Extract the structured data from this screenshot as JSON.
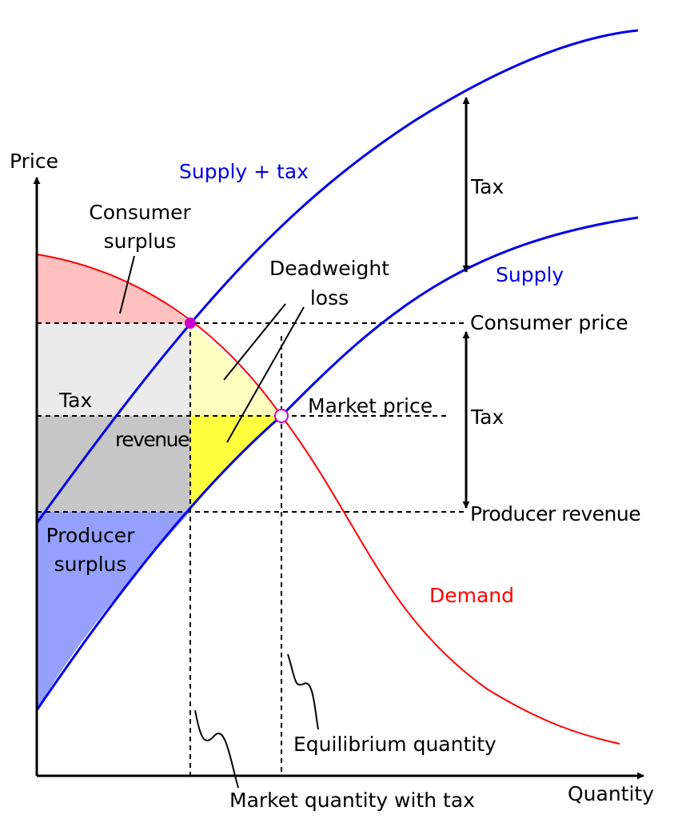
{
  "axes": {
    "y_label": "Price",
    "x_label": "Quantity"
  },
  "curves": {
    "supply_tax_label": "Supply + tax",
    "supply_label": "Supply",
    "demand_label": "Demand"
  },
  "regions": {
    "consumer_surplus_line1": "Consumer",
    "consumer_surplus_line2": "surplus",
    "deadweight_loss_line1": "Deadweight",
    "deadweight_loss_line2": "loss",
    "tax_revenue_line1": "Tax",
    "tax_revenue_line2": "revenue",
    "producer_surplus_line1": "Producer",
    "producer_surplus_line2": "surplus"
  },
  "levels": {
    "consumer_price": "Consumer price",
    "market_price": "Market price",
    "producer_revenue": "Producer revenue",
    "tax_upper": "Tax",
    "tax_lower": "Tax"
  },
  "quantities": {
    "equilibrium_quantity": "Equilibrium quantity",
    "market_quantity_with_tax": "Market quantity with tax"
  },
  "colors": {
    "supply": "#0000e6",
    "demand": "#ff0000",
    "consumer_surplus": "#ffc0c0",
    "tax_revenue_upper": "#ebebeb",
    "tax_revenue_lower": "#c6c6c6",
    "deadweight_upper": "#ffffc0",
    "deadweight_lower": "#ffff40",
    "producer_surplus": "#96a0ff",
    "tax_equilibrium_point": "#cc00cc",
    "market_equilibrium_point": "#cc00cc"
  }
}
